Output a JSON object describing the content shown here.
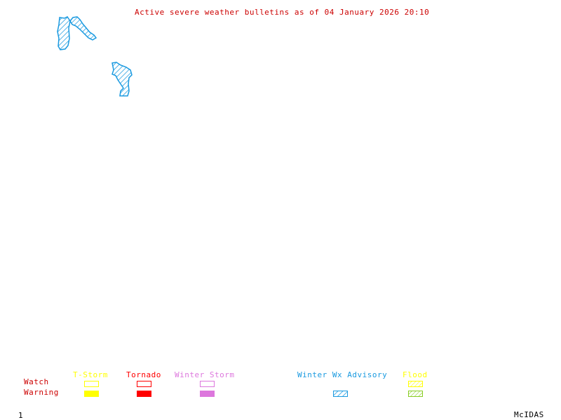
{
  "title": "Active severe weather bulletins as of 04 January 2026 20:10",
  "colors": {
    "title": "#cc0000",
    "row_labels": "#cc0000",
    "tstorm": "#ffff00",
    "tornado": "#ff0000",
    "winter_storm": "#dd77dd",
    "winter_wx_advisory": "#1a9ae0",
    "flood_watch": "#ffff00",
    "flood_warning": "#88cc22",
    "footer": "#000000"
  },
  "legend": {
    "row_watch": "Watch",
    "row_warning": "Warning",
    "categories": [
      {
        "name": "T-Storm",
        "watch": true,
        "warning": true,
        "pattern": "solid"
      },
      {
        "name": "Tornado",
        "watch": true,
        "warning": true,
        "pattern": "solid"
      },
      {
        "name": "Winter Storm",
        "watch": true,
        "warning": true,
        "pattern": "solid"
      },
      {
        "name": "Winter Wx Advisory",
        "watch": false,
        "warning": true,
        "pattern": "hatched"
      },
      {
        "name": "Flood",
        "watch": true,
        "warning": true,
        "pattern": "hatched"
      }
    ]
  },
  "map_areas": [
    {
      "type": "Winter Wx Advisory",
      "region": "north-west area 1"
    },
    {
      "type": "Winter Wx Advisory",
      "region": "north-west area 2"
    }
  ],
  "footer": {
    "frame_number": "1",
    "software": "McIDAS"
  }
}
